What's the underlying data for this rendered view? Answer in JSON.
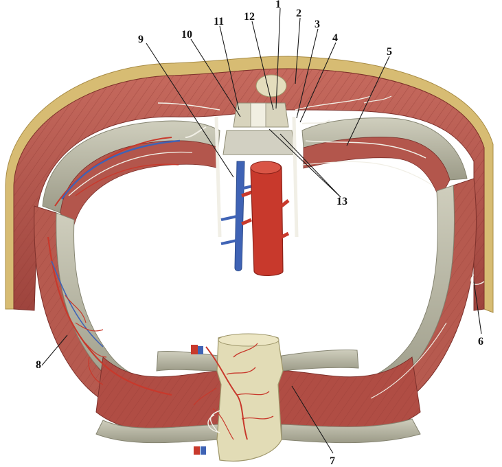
{
  "figure": {
    "labels": [
      "1",
      "2",
      "3",
      "4",
      "5",
      "6",
      "7",
      "8",
      "9",
      "10",
      "11",
      "12",
      "13"
    ]
  },
  "colors": {
    "background": "#ffffff",
    "muscle": "#b5524a",
    "muscle_dark": "#8e3a35",
    "fat": "#d9c07a",
    "rib": "#b9b8a6",
    "rib_edge": "#8f8e7c",
    "pleura": "#d9d6bf",
    "bone": "#e6e1c4",
    "artery": "#c8392c",
    "vein": "#3f63b5",
    "nerve": "#f1efe6",
    "label_text": "#111111"
  }
}
